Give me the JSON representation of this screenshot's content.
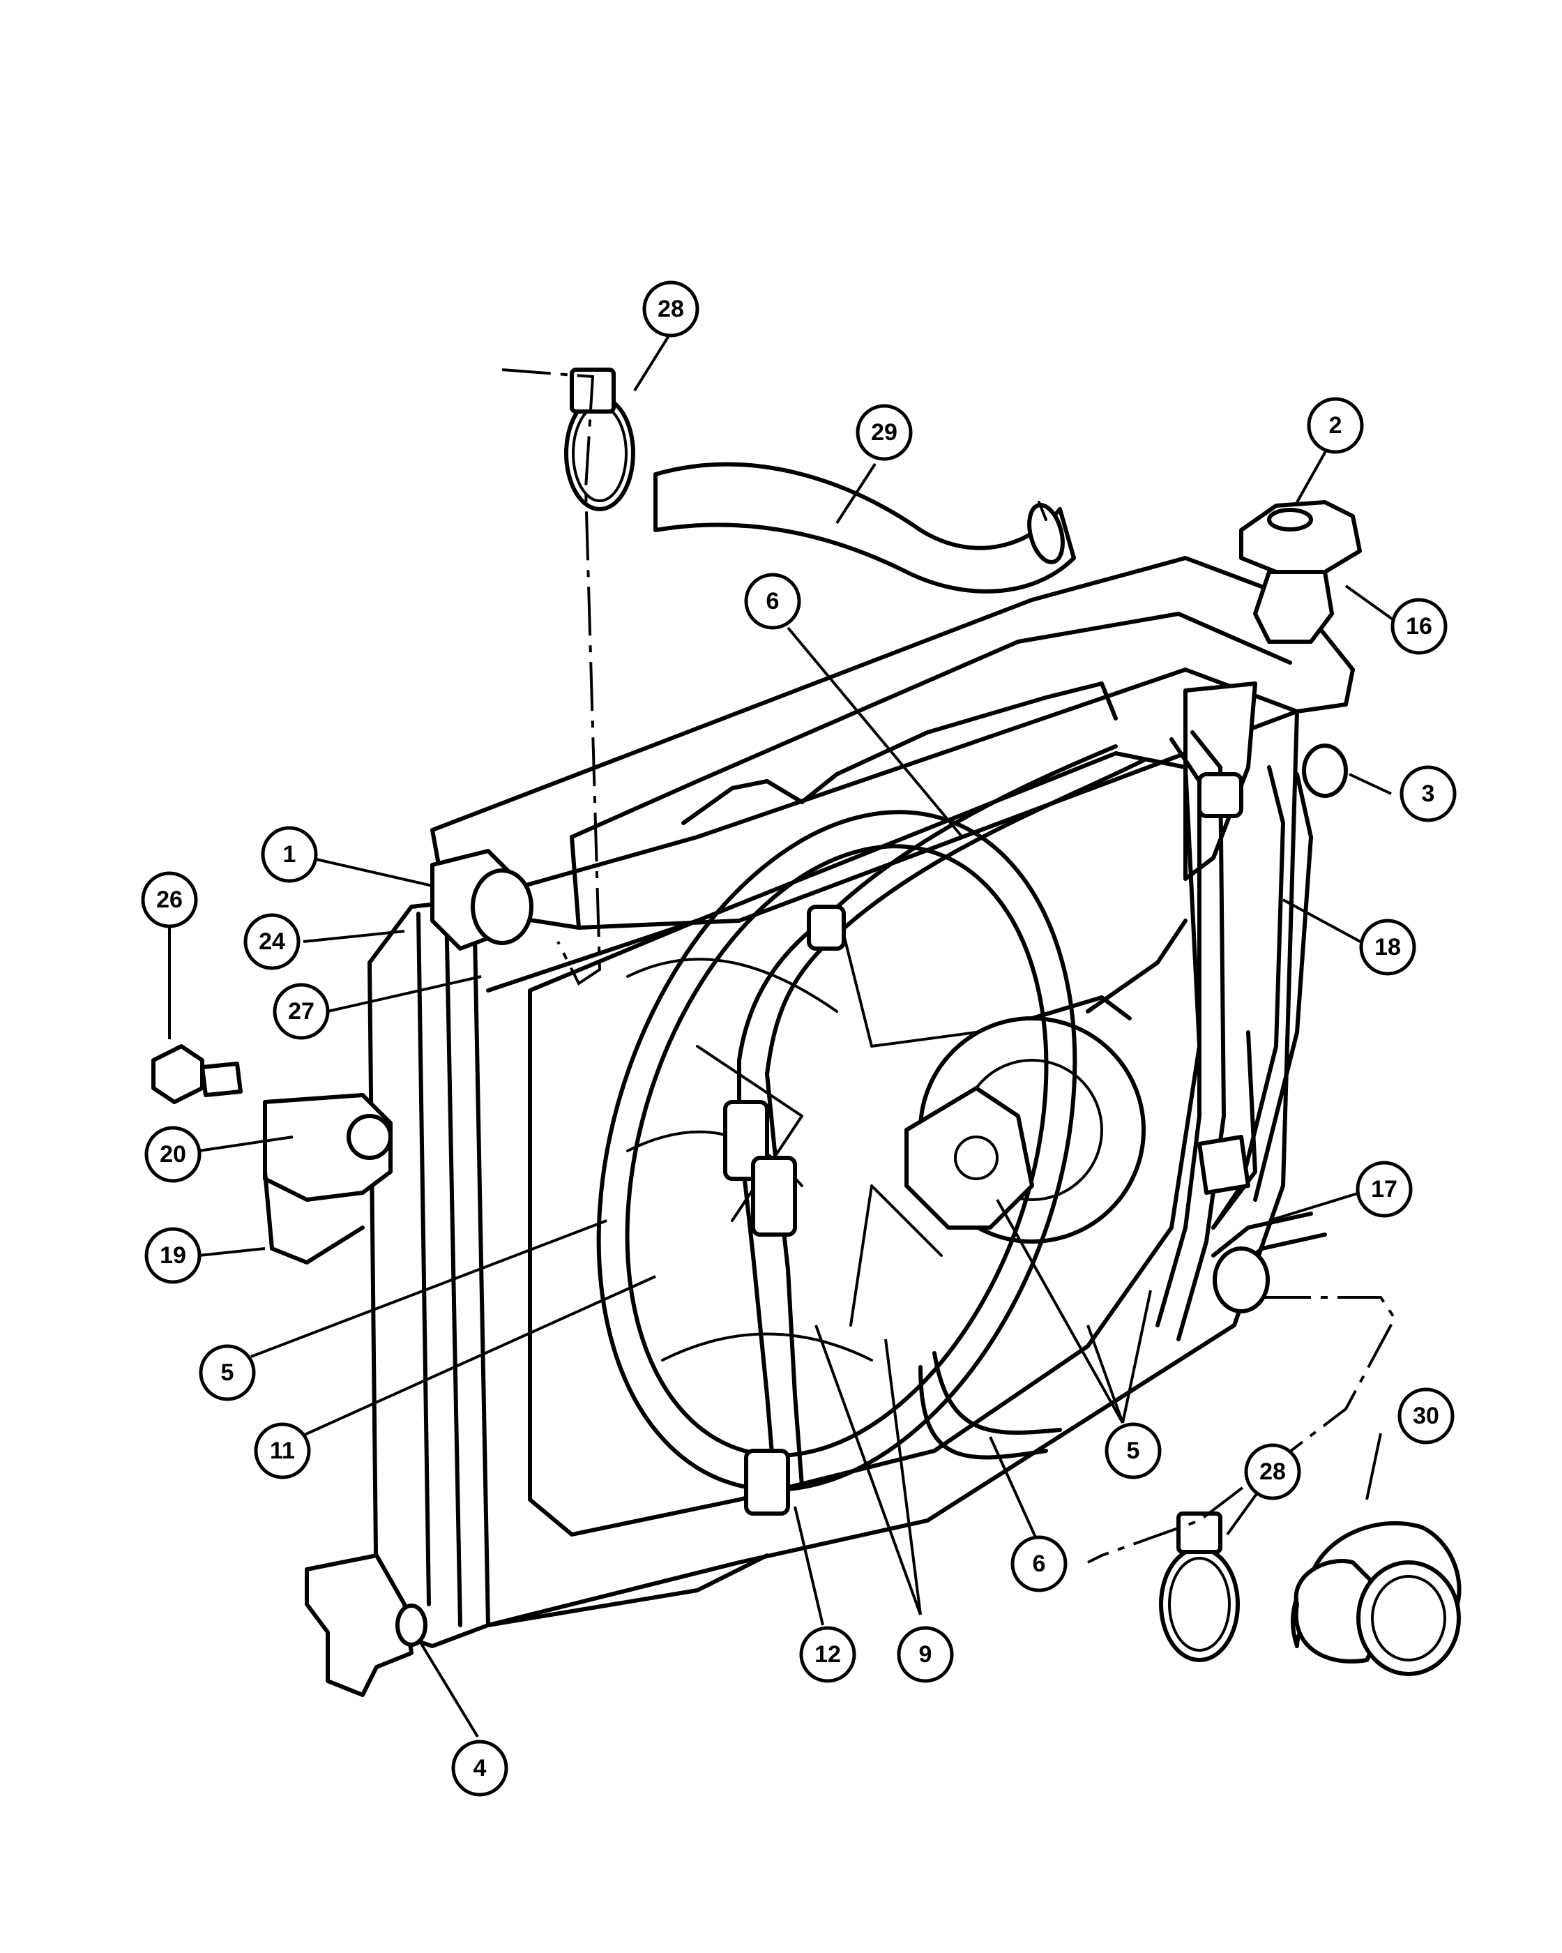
{
  "callouts": [
    {
      "id": "c28a",
      "label": "28"
    },
    {
      "id": "c29",
      "label": "29"
    },
    {
      "id": "c2",
      "label": "2"
    },
    {
      "id": "c16",
      "label": "16"
    },
    {
      "id": "c6a",
      "label": "6"
    },
    {
      "id": "c3",
      "label": "3"
    },
    {
      "id": "c1",
      "label": "1"
    },
    {
      "id": "c26",
      "label": "26"
    },
    {
      "id": "c24",
      "label": "24"
    },
    {
      "id": "c18",
      "label": "18"
    },
    {
      "id": "c27",
      "label": "27"
    },
    {
      "id": "c20",
      "label": "20"
    },
    {
      "id": "c17",
      "label": "17"
    },
    {
      "id": "c19",
      "label": "19"
    },
    {
      "id": "c5a",
      "label": "5"
    },
    {
      "id": "c11",
      "label": "11"
    },
    {
      "id": "c5b",
      "label": "5"
    },
    {
      "id": "c30",
      "label": "30"
    },
    {
      "id": "c28b",
      "label": "28"
    },
    {
      "id": "c6b",
      "label": "6"
    },
    {
      "id": "c12",
      "label": "12"
    },
    {
      "id": "c9",
      "label": "9"
    },
    {
      "id": "c4",
      "label": "4"
    }
  ]
}
